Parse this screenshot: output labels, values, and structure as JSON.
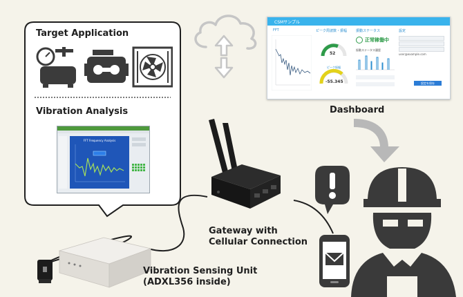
{
  "callout": {
    "target_heading": "Target Application",
    "analysis_heading": "Vibration Analysis",
    "application_icons": [
      "compressor-icon",
      "engine-icon",
      "radiator-fan-icon"
    ],
    "analysis_window": {
      "chart_title": "FFT Frequency Analysis"
    }
  },
  "cloud": {
    "icon": "cloud-sync-icon"
  },
  "dashboard": {
    "label": "Dashboard",
    "header_title": "CSMサンプル",
    "panels": {
      "fft": "FFT",
      "peak": "ピーク周波数・振幅",
      "status": "振動ステータス",
      "settings": "設定"
    },
    "gauge_frequency_value": "52",
    "gauge_amplitude_label": "ピーク振幅",
    "gauge_amplitude_value": "-55.345",
    "status_text": "正常稼働中",
    "status_chart_label": "振動ステータス履歴",
    "settings_email": "user@example.com",
    "settings_button": "設定を保存"
  },
  "gateway": {
    "label_line1": "Gateway with",
    "label_line2": "Cellular Connection"
  },
  "sensor": {
    "label_line1": "Vibration Sensing Unit",
    "label_line2": "(ADXL356 inside)"
  },
  "worker": {
    "icon": "worker-icon"
  },
  "phone": {
    "icon": "phone-mail-icon"
  },
  "alert": {
    "icon": "alert-icon"
  }
}
